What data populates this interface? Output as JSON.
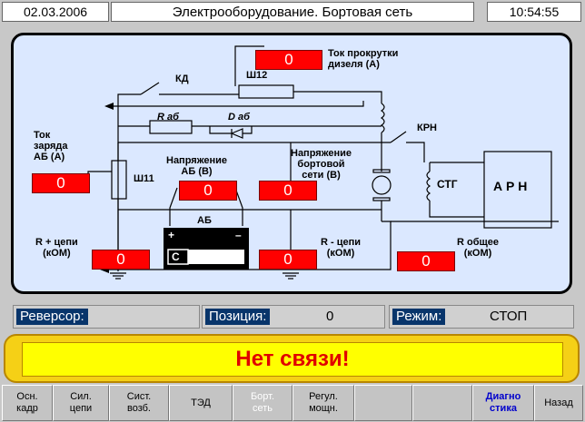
{
  "header": {
    "date": "02.03.2006",
    "title": "Электрооборудование. Бортовая сеть",
    "time": "10:54:55"
  },
  "labels": {
    "kd": "КД",
    "sh12": "Ш12",
    "rab": "R аб",
    "dab": "D аб",
    "krn": "КРН",
    "sh11": "Ш11",
    "ab": "АБ",
    "stg": "СТГ",
    "arn": "А Р Н",
    "crank_l1": "Ток прокрутки",
    "crank_l2": "дизеля (А)",
    "charge_l1": "Ток",
    "charge_l2": "заряда",
    "charge_l3": "АБ (А)",
    "vab_l1": "Напряжение",
    "vab_l2": "АБ (В)",
    "vnet_l1": "Напряжение",
    "vnet_l2": "бортовой",
    "vnet_l3": "сети (В)",
    "rplus_l1": "R + цепи",
    "rplus_l2": "(кОМ)",
    "rminus_l1": "R - цепи",
    "rminus_l2": "(кОМ)",
    "rtotal_l1": "R общее",
    "rtotal_l2": "(кОМ)",
    "plus": "+",
    "minus": "–",
    "pct": "%",
    "cell": "С"
  },
  "values": {
    "crank_current": "0",
    "charge_current": "0",
    "battery_voltage": "0",
    "network_voltage": "0",
    "r_plus": "0",
    "r_minus": "0",
    "r_total": "0"
  },
  "status": {
    "reversor_label": "Реверсор:",
    "reversor_value": "",
    "position_label": "Позиция:",
    "position_value": "0",
    "mode_label": "Режим:",
    "mode_value": "СТОП"
  },
  "banner": "Нет связи!",
  "fkeys": [
    {
      "l1": "Осн.",
      "l2": "кадр"
    },
    {
      "l1": "Сил.",
      "l2": "цепи"
    },
    {
      "l1": "Сист.",
      "l2": "возб."
    },
    {
      "l1": "ТЭД",
      "l2": ""
    },
    {
      "l1": "Борт.",
      "l2": "сеть"
    },
    {
      "l1": "Регул.",
      "l2": "мощн."
    },
    {
      "l1": "",
      "l2": ""
    },
    {
      "l1": "",
      "l2": ""
    },
    {
      "l1": "Диагно",
      "l2": "стика"
    },
    {
      "l1": "Назад",
      "l2": ""
    }
  ],
  "colors": {
    "value_box": "#ff0000",
    "status_label_bg": "#08356b",
    "banner_text": "#e00000",
    "active_key": "#0000cc",
    "disabled_key": "#ffffff"
  }
}
